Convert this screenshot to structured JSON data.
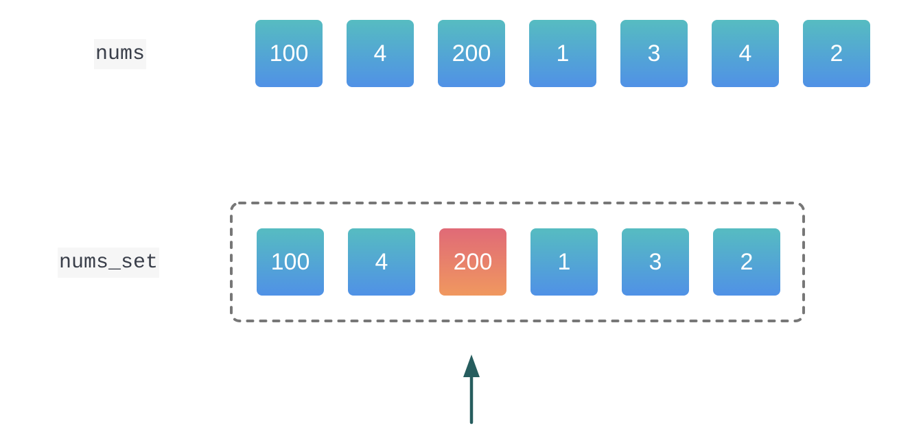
{
  "nums": {
    "label": "nums",
    "values": [
      "100",
      "4",
      "200",
      "1",
      "3",
      "4",
      "2"
    ]
  },
  "nums_set": {
    "label": "nums_set",
    "values": [
      "100",
      "4",
      "200",
      "1",
      "3",
      "2"
    ],
    "highlighted_value": "200"
  },
  "colors": {
    "cell_gradient_top": "#56bcc1",
    "cell_gradient_bottom": "#5091e6",
    "highlight_gradient_top": "#e06a77",
    "highlight_gradient_bottom": "#f0985f",
    "dashed_border": "#777777",
    "arrow": "#265d5e",
    "label_bg": "#f6f6f6",
    "label_text": "#3a3f4a"
  }
}
